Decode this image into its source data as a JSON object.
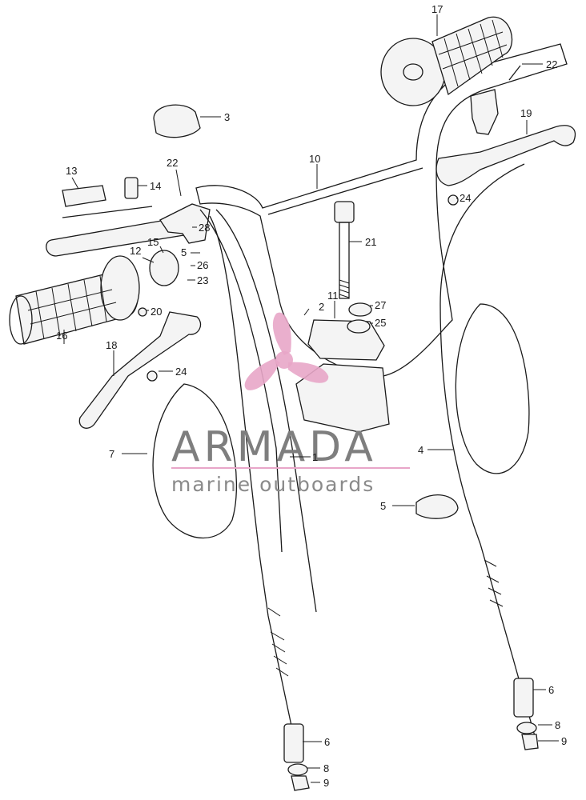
{
  "watermark": {
    "brand": "ARMADA",
    "tagline": "marine outboards",
    "accent_color": "#e8a6c8",
    "text_color": "#7e7e7e"
  },
  "callouts": [
    {
      "id": "c-17",
      "label": "17"
    },
    {
      "id": "c-22a",
      "label": "22"
    },
    {
      "id": "c-3",
      "label": "3"
    },
    {
      "id": "c-19",
      "label": "19"
    },
    {
      "id": "c-10",
      "label": "10"
    },
    {
      "id": "c-13",
      "label": "13"
    },
    {
      "id": "c-22b",
      "label": "22"
    },
    {
      "id": "c-14",
      "label": "14"
    },
    {
      "id": "c-24a",
      "label": "24"
    },
    {
      "id": "c-28",
      "label": "28"
    },
    {
      "id": "c-21",
      "label": "21"
    },
    {
      "id": "c-12",
      "label": "12"
    },
    {
      "id": "c-15",
      "label": "15"
    },
    {
      "id": "c-5a",
      "label": "5"
    },
    {
      "id": "c-26",
      "label": "26"
    },
    {
      "id": "c-23",
      "label": "23"
    },
    {
      "id": "c-11",
      "label": "11"
    },
    {
      "id": "c-2",
      "label": "2"
    },
    {
      "id": "c-27",
      "label": "27"
    },
    {
      "id": "c-25",
      "label": "25"
    },
    {
      "id": "c-20",
      "label": "20"
    },
    {
      "id": "c-16",
      "label": "16"
    },
    {
      "id": "c-18",
      "label": "18"
    },
    {
      "id": "c-24b",
      "label": "24"
    },
    {
      "id": "c-7",
      "label": "7"
    },
    {
      "id": "c-1",
      "label": "1"
    },
    {
      "id": "c-4",
      "label": "4"
    },
    {
      "id": "c-5b",
      "label": "5"
    },
    {
      "id": "c-6a",
      "label": "6"
    },
    {
      "id": "c-8a",
      "label": "8"
    },
    {
      "id": "c-9a",
      "label": "9"
    },
    {
      "id": "c-6b",
      "label": "6"
    },
    {
      "id": "c-8b",
      "label": "8"
    },
    {
      "id": "c-9b",
      "label": "9"
    }
  ]
}
